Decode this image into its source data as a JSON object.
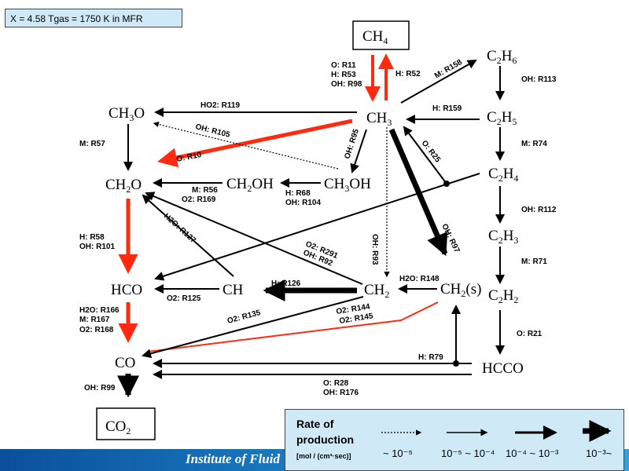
{
  "header": {
    "condition": "X = 4.58 Tgas = 1750 K in MFR"
  },
  "species": {
    "ch4": {
      "base": "CH",
      "sub": "4"
    },
    "c2h6": {
      "base": "C",
      "sub1": "2",
      "mid": "H",
      "sub2": "6"
    },
    "ch3o": {
      "base": "CH",
      "sub": "3",
      "end": "O"
    },
    "ch3": {
      "base": "CH",
      "sub": "3"
    },
    "c2h5": {
      "base": "C",
      "sub1": "2",
      "mid": "H",
      "sub2": "5"
    },
    "ch2o": {
      "base": "CH",
      "sub": "2",
      "end": "O"
    },
    "ch2oh": {
      "base": "CH",
      "sub": "2",
      "end": "OH"
    },
    "ch3oh": {
      "base": "CH",
      "sub": "3",
      "end": "OH"
    },
    "c2h4": {
      "base": "C",
      "sub1": "2",
      "mid": "H",
      "sub2": "4"
    },
    "c2h3": {
      "base": "C",
      "sub1": "2",
      "mid": "H",
      "sub2": "3"
    },
    "hco": {
      "label": "HCO"
    },
    "ch": {
      "label": "CH"
    },
    "ch2": {
      "base": "CH",
      "sub": "2"
    },
    "ch2s": {
      "base": "CH",
      "sub": "2",
      "end": "(s)"
    },
    "c2h2": {
      "base": "C",
      "sub1": "2",
      "mid": "H",
      "sub2": "2"
    },
    "co": {
      "label": "CO"
    },
    "hcco": {
      "label": "HCCO"
    },
    "co2": {
      "base": "CO",
      "sub": "2"
    }
  },
  "reactions": {
    "ch4_ch3_a": "O: R11",
    "ch4_ch3_b": "H: R53",
    "ch4_ch3_c": "OH: R98",
    "ch3_ch4": "H: R52",
    "ch3_c2h6": "M: R158",
    "c2h6_c2h5": "OH: R113",
    "ch3_ch3o": "HO2: R119",
    "c2h5_ch3": "H: R159",
    "ch3oh_ch3o": "OH: R105",
    "ch3_ch3oh": "OH: R95",
    "ch3_ch2o": "O: R10",
    "c2h4_ch3": "O: R25",
    "c2h5_c2h4": "M: R74",
    "ch3o_ch2o": "M: R57",
    "ch2oh_ch2o_a": "M: R56",
    "ch2oh_ch2o_b": "O2: R169",
    "ch3oh_ch2oh_a": "H: R68",
    "ch3oh_ch2oh_b": "OH: R104",
    "c2h4_c2h3": "OH: R112",
    "ch_ch2o": "H2O: R127",
    "ch2_ch2o_a": "O2: R291",
    "ch2_ch2o_b": "OH: R92",
    "ch3_ch2": "OH: R93",
    "ch3_ch2s": "OH: R97",
    "c2h3_c2h2": "M: R71",
    "ch2o_hco_a": "H: R58",
    "ch2o_hco_b": "OH: R101",
    "ch_hco": "O2: R125",
    "ch2_ch": "H: R126",
    "ch2s_ch2": "H2O: R148",
    "hco_co_a": "H2O: R166",
    "hco_co_b": "M: R167",
    "hco_co_c": "O2: R168",
    "ch2_co": "O2: R135",
    "ch2s_co_a": "O2: R144",
    "ch2s_co_b": "O2: R145",
    "c2h2_hcco": "O: R21",
    "hcco_ch2s": "H: R79",
    "hcco_co_a": "O: R28",
    "hcco_co_b": "OH: R176",
    "co_co2": "OH: R99"
  },
  "legend": {
    "title_line1": "Rate of",
    "title_line2": "production",
    "units": "[mol / (cm³·sec)]",
    "ranges": [
      "~ 10⁻⁵",
      "10⁻⁵ ~ 10⁻⁴",
      "10⁻⁴ ~ 10⁻³",
      "10⁻³~"
    ]
  },
  "footer": {
    "institute": "Institute of Fluid"
  },
  "colors": {
    "major_path": "#ff2a10",
    "normal": "#000000",
    "header_bg": "#cfe9f6"
  }
}
